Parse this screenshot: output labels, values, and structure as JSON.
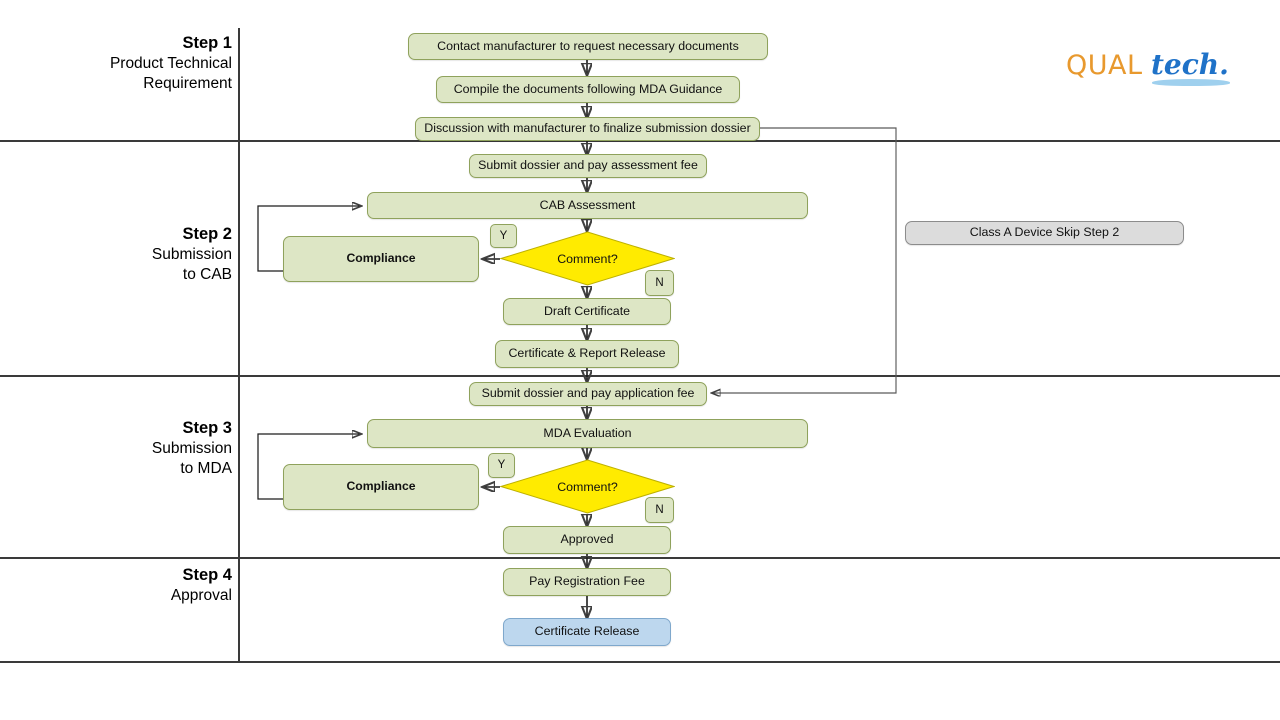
{
  "brand": {
    "logo_primary": "QUAL",
    "logo_secondary": "tech.",
    "primary_color": "#e8992e",
    "secondary_color": "#1f72c8",
    "swoosh_color": "#9fd0ee"
  },
  "lanes": [
    {
      "step": "Step 1",
      "line1": "Product Technical",
      "line2": "Requirement"
    },
    {
      "step": "Step 2",
      "line1": "Submission",
      "line2": "to CAB"
    },
    {
      "step": "Step 3",
      "line1": "Submission",
      "line2": "to MDA"
    },
    {
      "step": "Step 4",
      "line1": "Approval",
      "line2": ""
    }
  ],
  "nodes": {
    "contact_manufacturer": "Contact manufacturer to request necessary documents",
    "compile_documents": "Compile the documents following MDA Guidance",
    "discussion_manufacturer": "Discussion with manufacturer to finalize submission dossier",
    "submit_assessment_fee": "Submit dossier and pay assessment fee",
    "cab_assessment": "CAB Assessment",
    "comment_cab": "Comment?",
    "compliance_cab": "Compliance",
    "draft_certificate": "Draft Certificate",
    "certificate_report_release": "Certificate & Report Release",
    "class_a_skip": "Class A Device Skip Step 2",
    "submit_application_fee": "Submit dossier and pay application fee",
    "mda_evaluation": "MDA Evaluation",
    "comment_mda": "Comment?",
    "compliance_mda": "Compliance",
    "approved": "Approved",
    "pay_registration_fee": "Pay Registration Fee",
    "certificate_release": "Certificate Release"
  },
  "edge_labels": {
    "cab_yes": "Y",
    "cab_no": "N",
    "mda_yes": "Y",
    "mda_no": "N"
  },
  "colors": {
    "process_fill": "#dde6c5",
    "process_stroke": "#8fa25c",
    "decision_fill": "#ffeb00",
    "decision_stroke": "#bdb000",
    "terminal_fill": "#bdd7ee",
    "note_fill": "#dcdcdc",
    "lane_line": "#3a3a3a"
  }
}
